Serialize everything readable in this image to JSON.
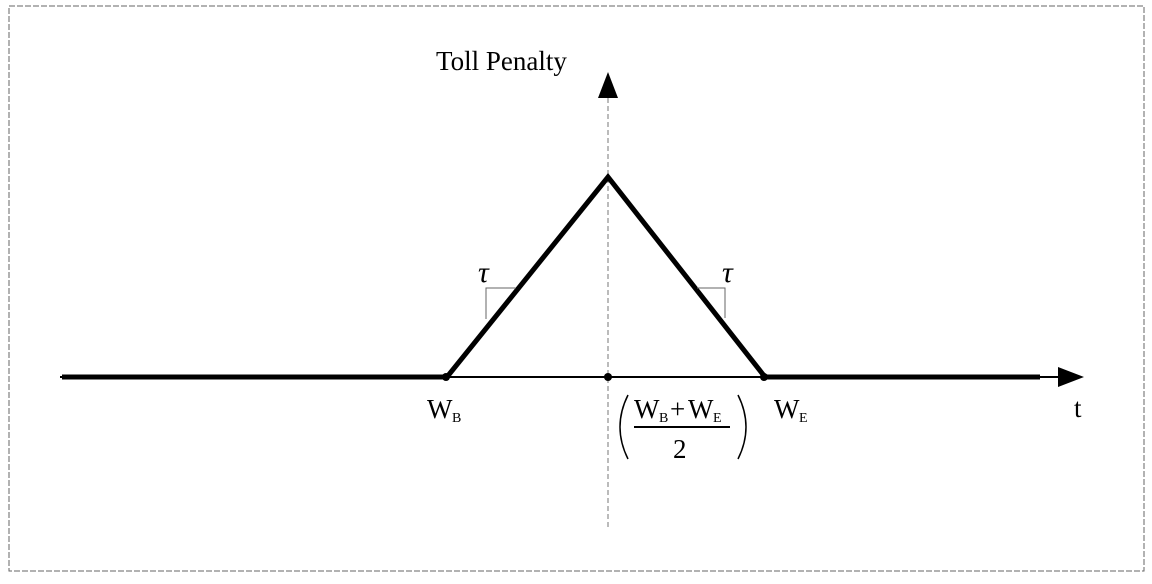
{
  "diagram": {
    "y_axis_label": "Toll Penalty",
    "x_axis_label": "t",
    "left_point": {
      "main": "W",
      "sub": "B"
    },
    "right_point": {
      "main": "W",
      "sub": "E"
    },
    "midpoint": {
      "numerator": {
        "a_main": "W",
        "a_sub": "B",
        "plus": "+",
        "b_main": "W",
        "b_sub": "E"
      },
      "denominator": "2"
    },
    "slope_label_left": "τ",
    "slope_label_right": "τ",
    "colors": {
      "line": "#000000",
      "frame": "#555555",
      "background": "#ffffff"
    }
  }
}
